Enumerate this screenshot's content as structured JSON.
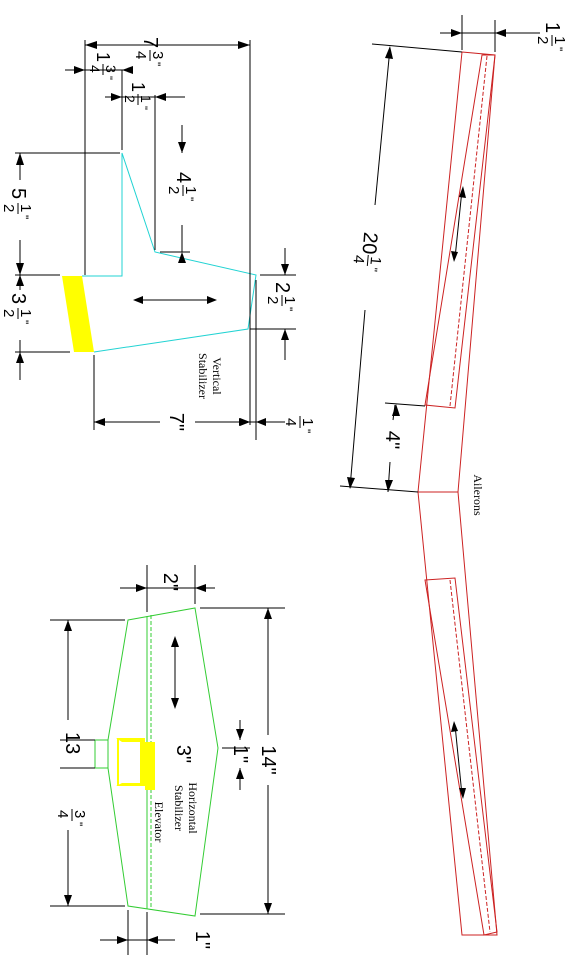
{
  "colors": {
    "vertical_stabilizer": "#22d3d3",
    "rudder_strip": "#ffff00",
    "horizontal_stabilizer": "#33cc33",
    "control_horn": "#ffff00",
    "wing": "#cc2222",
    "dimension": "#000000"
  },
  "vertical_stabilizer": {
    "name_line1": "Vertical",
    "name_line2": "Stabilizer",
    "dims": {
      "d_7_3_4": {
        "whole": "7",
        "num": "3",
        "den": "4",
        "unit": "\""
      },
      "d_1_3_4": {
        "whole": "1",
        "num": "3",
        "den": "4",
        "unit": "\""
      },
      "d_1_1_2": {
        "whole": "1",
        "num": "1",
        "den": "2",
        "unit": "\""
      },
      "d_5_1_2": {
        "whole": "5",
        "num": "1",
        "den": "2",
        "unit": "\""
      },
      "d_4_1_2": {
        "whole": "4",
        "num": "1",
        "den": "2",
        "unit": "\""
      },
      "d_2_1_2": {
        "whole": "2",
        "num": "1",
        "den": "2",
        "unit": "\""
      },
      "d_3_1_2": {
        "whole": "3",
        "num": "1",
        "den": "2",
        "unit": "\""
      },
      "d_7": "7\"",
      "d_1_4": {
        "num": "1",
        "den": "4",
        "unit": "\""
      }
    }
  },
  "wing": {
    "ailerons_label": "Ailerons",
    "dims": {
      "d_1_1_2": {
        "whole": "1",
        "num": "1",
        "den": "2",
        "unit": "\""
      },
      "d_20_1_4": {
        "whole": "20",
        "num": "1",
        "den": "4",
        "unit": "\""
      },
      "d_4": "4\""
    }
  },
  "horizontal_stabilizer": {
    "name_line1": "Horizontal",
    "name_line2": "Stabilizer",
    "elevator_label": "Elevator",
    "dims": {
      "d_2": "2\"",
      "d_13_3_4": {
        "whole": "13",
        "num": "3",
        "den": "4",
        "unit": "\""
      },
      "d_14": "14\"",
      "d_3": "3\"",
      "d_1_center": "1\"",
      "d_1_bottom": "1\""
    }
  }
}
